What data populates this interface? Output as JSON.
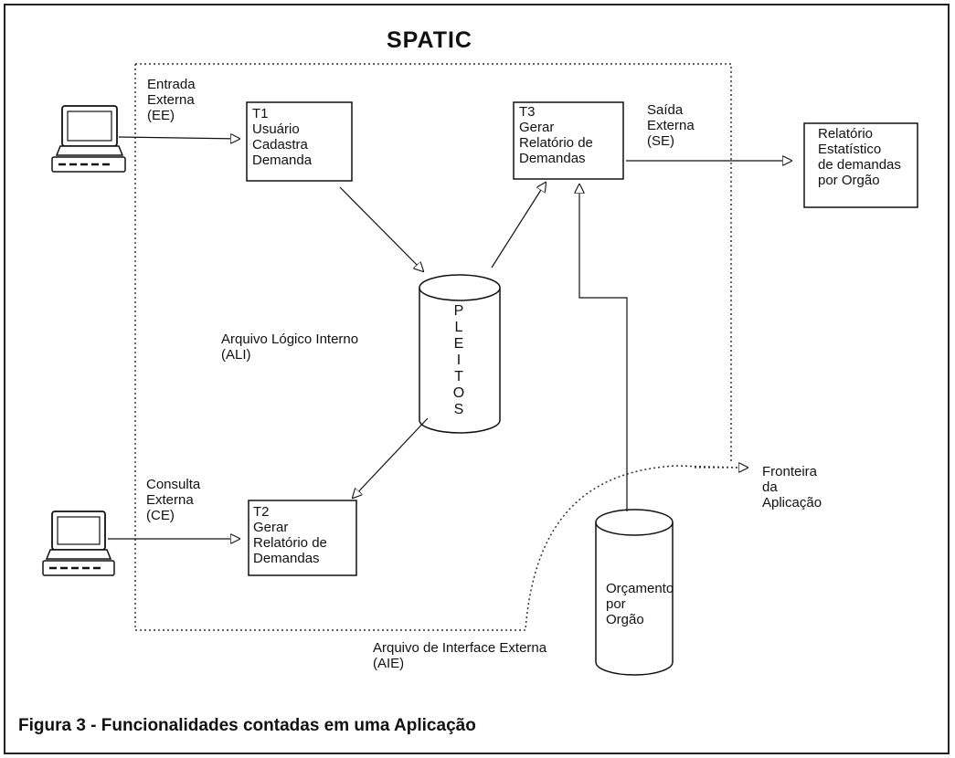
{
  "title": "SPATIC",
  "caption": "Figura 3 - Funcionalidades contadas em uma Aplicação",
  "processes": {
    "t1": "T1\nUsuário\nCadastra\nDemanda",
    "t2": "T2\nGerar\nRelatório de\nDemandas",
    "t3": "T3\nGerar\nRelatório de\nDemandas"
  },
  "report": "Relatório\nEstatístico\nde demandas\npor Orgão",
  "files": {
    "pleitos": "P\nL\nE\nI\nT\nO\nS",
    "orcamento": "Orçamento\npor\nOrgão"
  },
  "labels": {
    "ee": "Entrada\nExterna\n(EE)",
    "se": "Saída\nExterna\n(SE)",
    "ce": "Consulta\nExterna\n(CE)",
    "ali": "Arquivo Lógico Interno\n(ALI)",
    "aie": "Arquivo de Interface Externa\n(AIE)",
    "fronteira": "Fronteira\nda\nAplicação"
  },
  "icons": [
    "computer-icon",
    "computer-icon"
  ]
}
